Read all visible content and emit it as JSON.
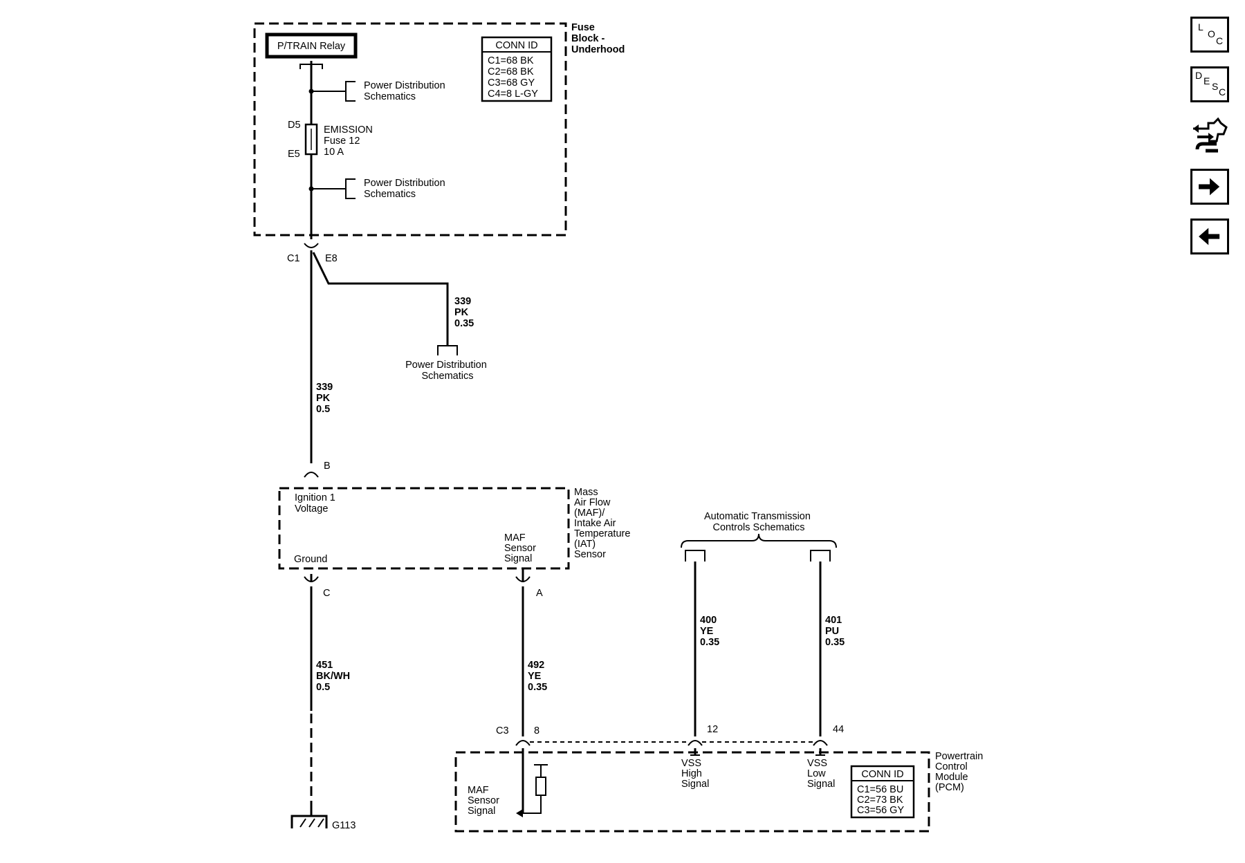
{
  "fuse_block": {
    "label": [
      "Fuse",
      "Block -",
      "Underhood"
    ],
    "relay": "P/TRAIN Relay",
    "conn_id": {
      "title": "CONN ID",
      "rows": [
        "C1=68 BK",
        "C2=68 BK",
        "C3=68 GY",
        "C4=8 L-GY"
      ]
    },
    "power_dist_1": [
      "Power Distribution",
      "Schematics"
    ],
    "power_dist_2": [
      "Power Distribution",
      "Schematics"
    ],
    "fuse": {
      "top_pin": "D5",
      "bottom_pin": "E5",
      "name": "EMISSION",
      "number": "Fuse 12",
      "rating": "10 A"
    },
    "connector": {
      "id": "C1",
      "pin": "E8"
    }
  },
  "branch": {
    "wire": [
      "339",
      "PK",
      "0.35"
    ],
    "dest": [
      "Power Distribution",
      "Schematics"
    ]
  },
  "main_wire": [
    "339",
    "PK",
    "0.5"
  ],
  "maf_sensor": {
    "label": [
      "Mass",
      "Air Flow",
      "(MAF)/",
      "Intake Air",
      "Temperature",
      "(IAT)",
      "Sensor"
    ],
    "pin_b": "B",
    "pin_c": "C",
    "pin_a": "A",
    "ign": [
      "Ignition 1",
      "Voltage"
    ],
    "ground": "Ground",
    "signal": [
      "MAF",
      "Sensor",
      "Signal"
    ]
  },
  "ground_wire": [
    "451",
    "BK/WH",
    "0.5"
  ],
  "ground_id": "G113",
  "signal_wire": [
    "492",
    "YE",
    "0.35"
  ],
  "atc": [
    "Automatic Transmission",
    "Controls Schematics"
  ],
  "vss_high_wire": [
    "400",
    "YE",
    "0.35"
  ],
  "vss_low_wire": [
    "401",
    "PU",
    "0.35"
  ],
  "pcm": {
    "label": [
      "Powertrain",
      "Control",
      "Module",
      "(PCM)"
    ],
    "connector": "C3",
    "pin_8": "8",
    "pin_12": "12",
    "pin_44": "44",
    "maf": [
      "MAF",
      "Sensor",
      "Signal"
    ],
    "vss_high": [
      "VSS",
      "High",
      "Signal"
    ],
    "vss_low": [
      "VSS",
      "Low",
      "Signal"
    ],
    "conn_id": {
      "title": "CONN ID",
      "rows": [
        "C1=56 BU",
        "C2=73 BK",
        "C3=56 GY"
      ]
    }
  },
  "nav": {
    "loc": [
      "L",
      "O",
      "C"
    ],
    "desc": [
      "D",
      "E",
      "S",
      "C"
    ]
  },
  "icons": {
    "loc": "location-icon",
    "desc": "description-icon",
    "harness": "harness-icon",
    "next": "arrow-right-icon",
    "prev": "arrow-left-icon"
  }
}
